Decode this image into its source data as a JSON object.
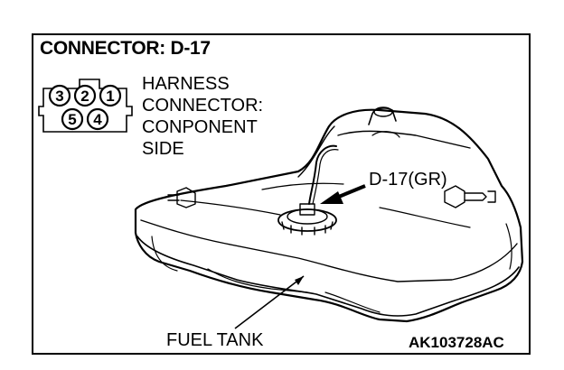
{
  "title": "CONNECTOR: D-17",
  "harness_lines": [
    "HARNESS",
    "CONNECTOR:",
    "CONPONENT",
    "SIDE"
  ],
  "connector_pins": {
    "top": [
      "3",
      "2",
      "1"
    ],
    "bottom": [
      "5",
      "4"
    ]
  },
  "callout_connector": "D-17(GR)",
  "callout_tank": "FUEL TANK",
  "figure_code": "AK103728AC"
}
